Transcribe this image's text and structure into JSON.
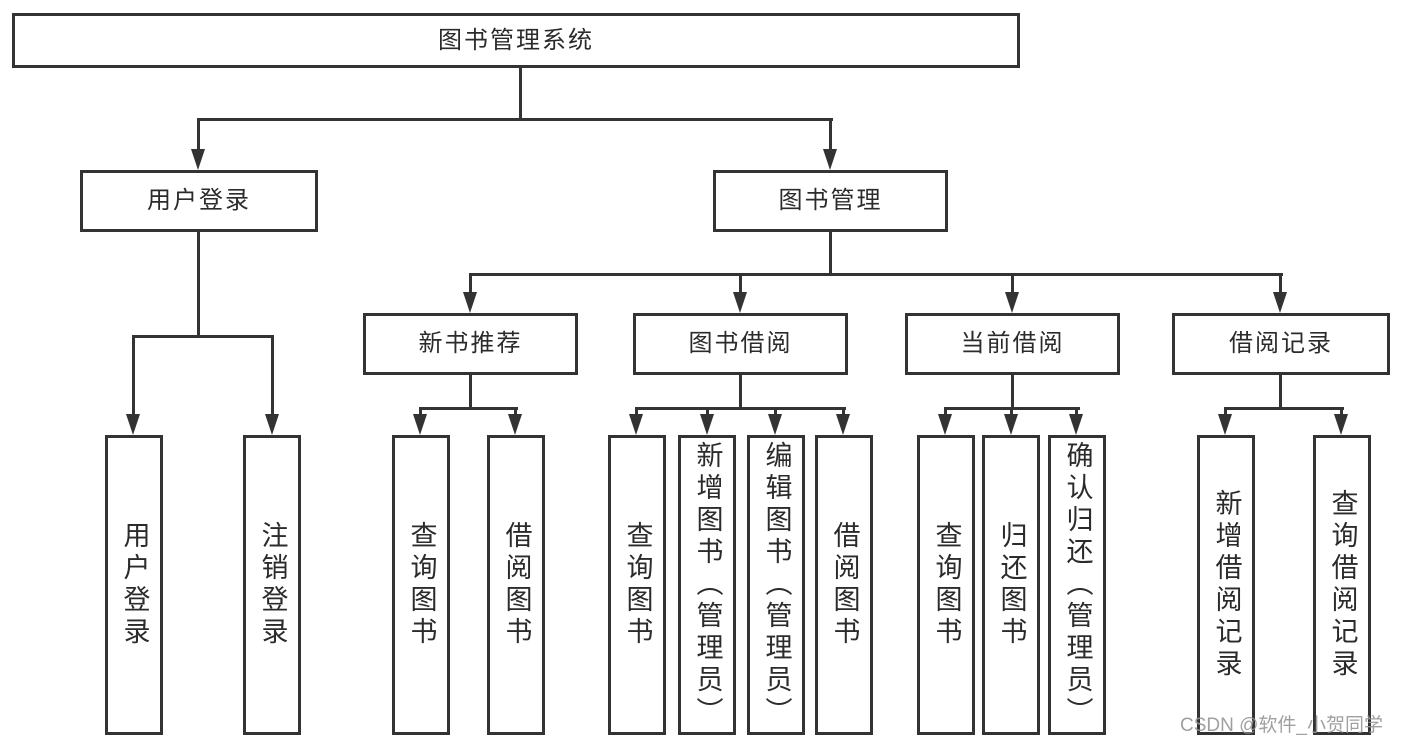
{
  "watermark": "CSDN @软件_小贺同学",
  "colors": {
    "line": "#333333",
    "text": "#2b2b2b",
    "watermark": "#969696",
    "background": "#ffffff"
  },
  "tree": {
    "label": "图书管理系统",
    "children": [
      {
        "label": "用户登录",
        "children": [
          {
            "label": "用户登录"
          },
          {
            "label": "注销登录"
          }
        ]
      },
      {
        "label": "图书管理",
        "children": [
          {
            "label": "新书推荐",
            "children": [
              {
                "label": "查询图书"
              },
              {
                "label": "借阅图书"
              }
            ]
          },
          {
            "label": "图书借阅",
            "children": [
              {
                "label": "查询图书"
              },
              {
                "label": "新增图书（管理员）"
              },
              {
                "label": "编辑图书（管理员）"
              },
              {
                "label": "借阅图书"
              }
            ]
          },
          {
            "label": "当前借阅",
            "children": [
              {
                "label": "查询图书"
              },
              {
                "label": "归还图书"
              },
              {
                "label": "确认归还（管理员）"
              }
            ]
          },
          {
            "label": "借阅记录",
            "children": [
              {
                "label": "新增借阅记录"
              },
              {
                "label": "查询借阅记录"
              }
            ]
          }
        ]
      }
    ]
  }
}
